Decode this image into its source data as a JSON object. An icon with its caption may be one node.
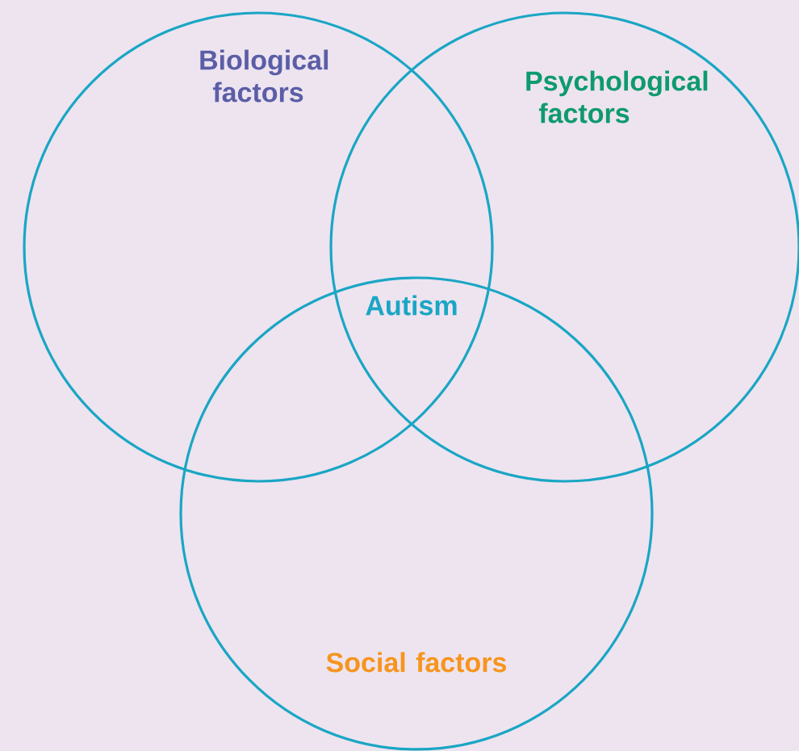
{
  "diagram": {
    "nodes": [
      {
        "text": [
          "Biological factors"
        ]
      },
      {
        "text": [
          "Psychological factors"
        ]
      },
      {
        "text": [
          "Social factors"
        ]
      }
    ],
    "labels": [
      "Autism"
    ]
  }
}
